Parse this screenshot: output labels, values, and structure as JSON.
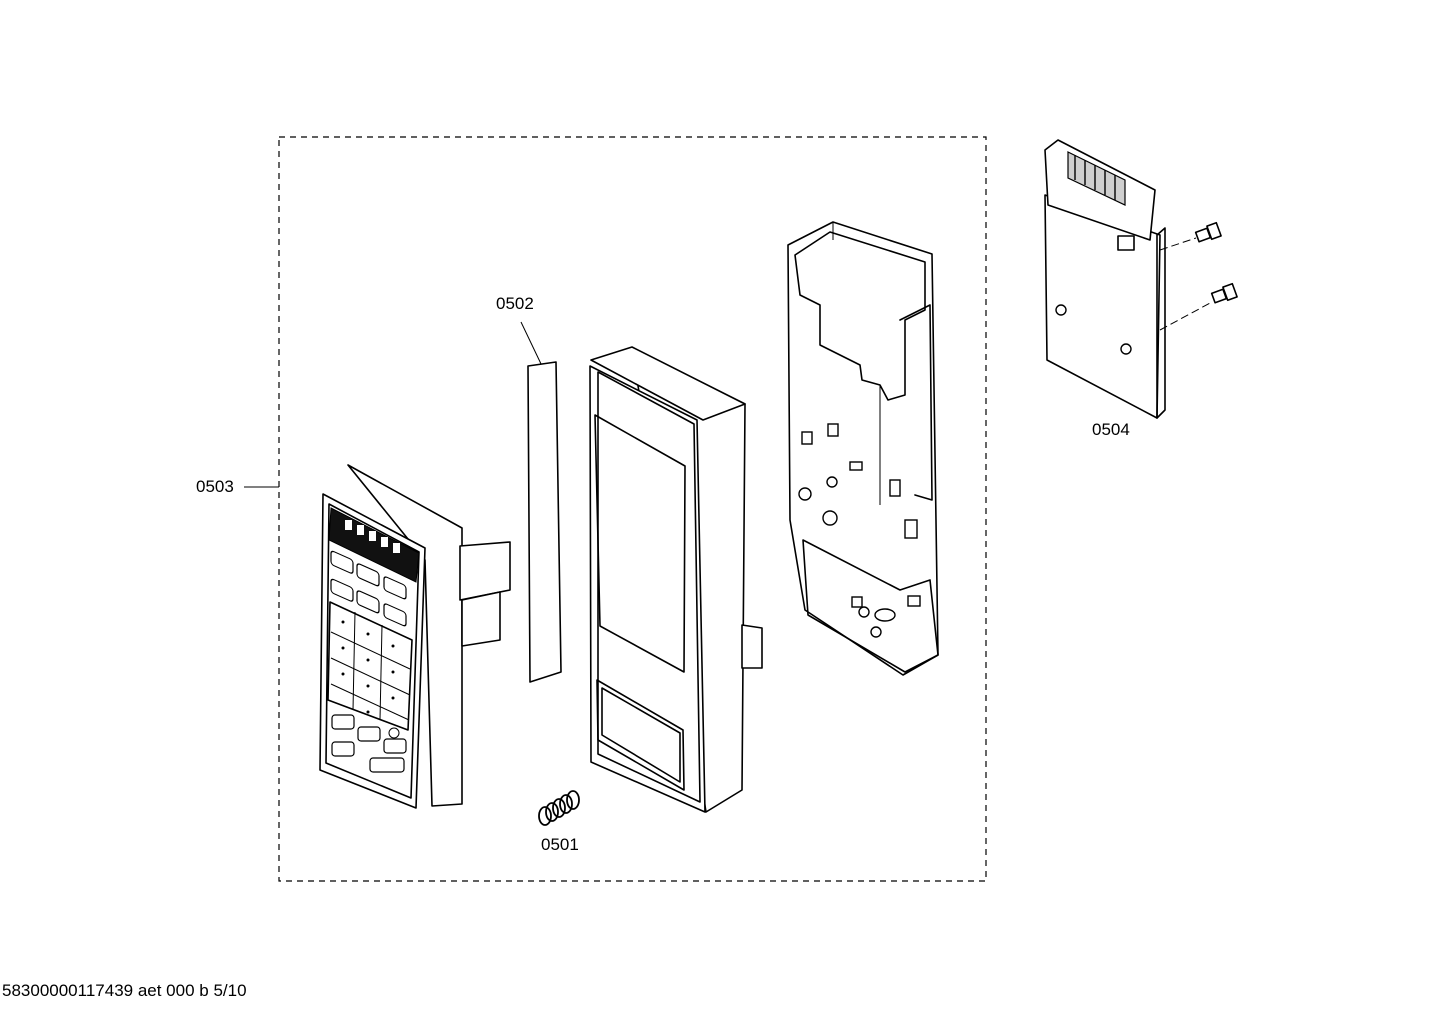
{
  "labels": {
    "p0501": "0501",
    "p0502": "0502",
    "p0503": "0503",
    "p0504": "0504"
  },
  "footer": "58300000117439 aet 000 b 5/10"
}
